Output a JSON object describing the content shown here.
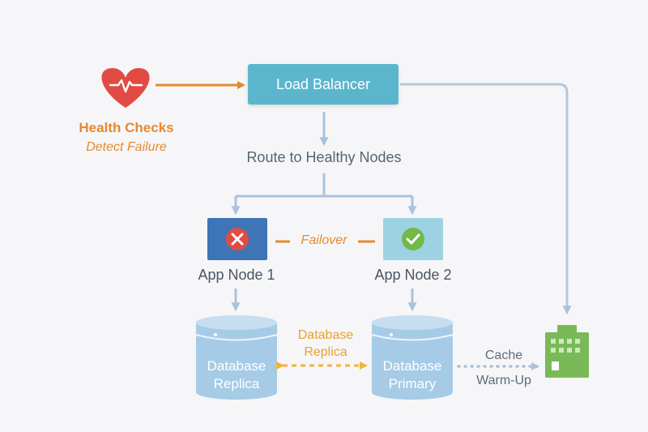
{
  "colors": {
    "background": "#f6f6f8",
    "accent_orange": "#e58a2e",
    "connector_blue": "#a9c2dc",
    "load_balancer": "#5bb6cd",
    "failed_node": "#3d75b7",
    "healthy_node": "#9dd2e3",
    "error_red": "#e24b43",
    "success_green": "#74b847",
    "database": "#a6cbe6",
    "cache_server": "#7ab957"
  },
  "icons": {
    "health": "heart-pulse-icon",
    "failed": "x-circle-icon",
    "healthy": "check-circle-icon",
    "cache": "server-building-icon"
  },
  "health_checks": {
    "title": "Health Checks",
    "subtitle": "Detect Failure"
  },
  "load_balancer": {
    "label": "Load Balancer"
  },
  "route": {
    "label": "Route to Healthy Nodes"
  },
  "nodes": [
    {
      "label": "App Node 1",
      "status": "failed"
    },
    {
      "label": "App Node 2",
      "status": "healthy"
    }
  ],
  "failover": {
    "label": "Failover"
  },
  "databases": {
    "replica": {
      "line1": "Database",
      "line2": "Replica"
    },
    "primary": {
      "line1": "Database",
      "line2": "Primary"
    }
  },
  "replication": {
    "line1": "Database",
    "line2": "Replica"
  },
  "cache": {
    "line1": "Cache",
    "line2": "Warm-Up"
  }
}
